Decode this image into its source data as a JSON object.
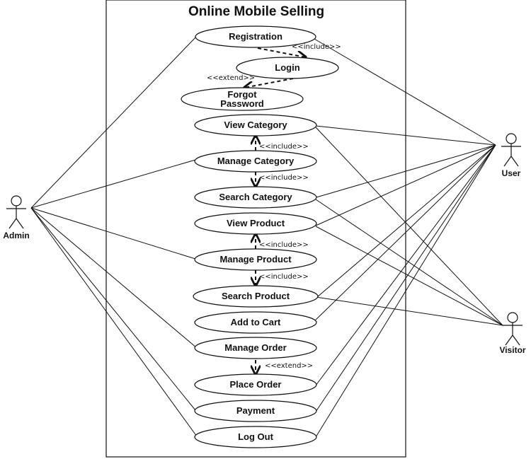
{
  "system": {
    "title": "Online Mobile Selling"
  },
  "actors": {
    "admin": "Admin",
    "user": "User",
    "visitor": "Visitor"
  },
  "use_cases": {
    "registration": "Registration",
    "login": "Login",
    "forgot_password_line1": "Forgot",
    "forgot_password_line2": "Password",
    "view_category": "View Category",
    "manage_category": "Manage Category",
    "search_category": "Search Category",
    "view_product": "View Product",
    "manage_product": "Manage Product",
    "search_product": "Search Product",
    "add_to_cart": "Add to Cart",
    "manage_order": "Manage Order",
    "place_order": "Place Order",
    "payment": "Payment",
    "log_out": "Log Out"
  },
  "relations": {
    "reg_login": "<<include>>",
    "login_forgot": "<<extend>>",
    "mcat_vcat": "<<include>>",
    "mcat_scat": "<<include>>",
    "mprod_vprod": "<<include>>",
    "mprod_sprod": "<<include>>",
    "morder_porder": "<<extend>>"
  }
}
